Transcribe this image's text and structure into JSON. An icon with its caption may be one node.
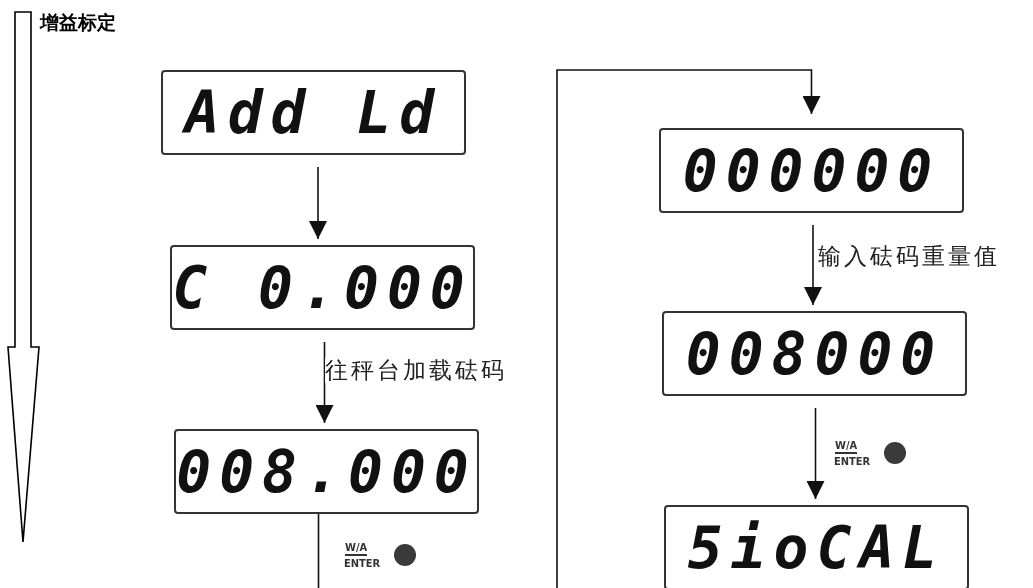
{
  "diagram": {
    "title": "增益标定",
    "nodes": [
      {
        "text": [
          "Add Ld"
        ]
      },
      {
        "text": [
          "C 0.000"
        ]
      },
      {
        "text": [
          "008.000"
        ]
      },
      {
        "text": [
          "000000"
        ]
      },
      {
        "text": [
          "008000"
        ]
      },
      {
        "text": [
          "5ioCAL"
        ]
      }
    ],
    "edges": [
      {
        "from": 0,
        "to": 1,
        "arrow": "to"
      },
      {
        "from": 1,
        "to": 2,
        "arrow": "to",
        "label": "往秤台加载砝码"
      },
      {
        "from": 2,
        "to": 3,
        "arrow": "to"
      },
      {
        "from": 3,
        "to": 4,
        "arrow": "to",
        "label": "输入砝码重量值"
      },
      {
        "from": 4,
        "to": 5,
        "arrow": "to"
      }
    ],
    "labels": [
      "W/A",
      "ENTER",
      "W/A",
      "ENTER"
    ]
  }
}
